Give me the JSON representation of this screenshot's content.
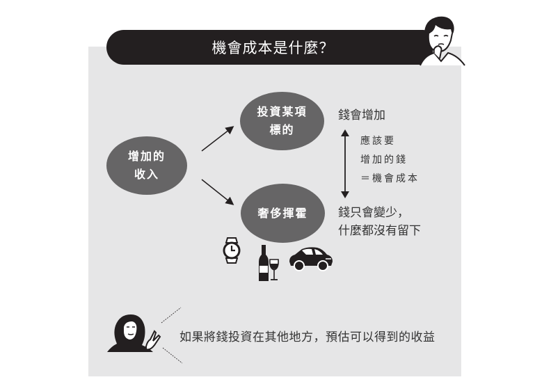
{
  "header": {
    "title": "機會成本是什麼？",
    "colors": {
      "bar": "#231f20",
      "text": "#ffffff"
    }
  },
  "panel": {
    "background": "#e6e6e7"
  },
  "diagram": {
    "nodes": [
      {
        "id": "income",
        "label": "增加的\n收入"
      },
      {
        "id": "invest",
        "label": "投資某項\n標的"
      },
      {
        "id": "luxury",
        "label": "奢侈揮霍"
      }
    ],
    "node_color": "#666566",
    "edges": [
      {
        "from": "income",
        "to": "invest"
      },
      {
        "from": "income",
        "to": "luxury"
      }
    ],
    "outcome_invest": "錢會增加",
    "opportunity_cost_note": "應該要\n增加的錢\n＝機會成本",
    "outcome_luxury": "錢只會變少，\n什麼都沒有留下",
    "luxury_icons": [
      "watch-icon",
      "wine-bottle-icon",
      "wine-glass-icon",
      "car-icon"
    ]
  },
  "footer": {
    "definition": "如果將錢投資在其他地方，預估可以得到的收益"
  },
  "characters": [
    "thinking-man",
    "hooded-pointing-man"
  ]
}
